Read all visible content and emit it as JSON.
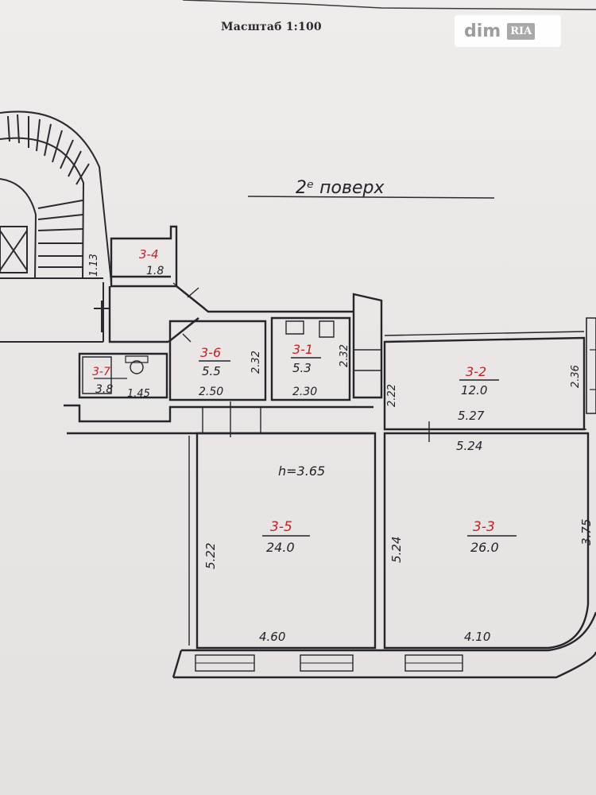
{
  "header": {
    "scale_label": "Масштаб 1:100"
  },
  "watermark": {
    "brand": "dim",
    "badge": "RIA"
  },
  "floor": {
    "label": "2ᵉ поверх",
    "height_note": "h=3.65"
  },
  "rooms": [
    {
      "id": "3-1",
      "area": "5.3"
    },
    {
      "id": "3-2",
      "area": "12.0"
    },
    {
      "id": "3-3",
      "area": "26.0"
    },
    {
      "id": "3-4",
      "area": "1.8"
    },
    {
      "id": "3-5",
      "area": "24.0"
    },
    {
      "id": "3-6",
      "area": "5.5"
    },
    {
      "id": "3-7",
      "area": "3.8"
    }
  ],
  "dimensions": {
    "d_113": "1.13",
    "d_232a": "2.32",
    "d_232b": "2.32",
    "d_222": "2.22",
    "d_236": "2.36",
    "d_145": "1.45",
    "d_250": "2.50",
    "d_230": "2.30",
    "d_527": "5.27",
    "d_524h": "5.24",
    "d_522": "5.22",
    "d_524v": "5.24",
    "d_375": "3.75",
    "d_460": "4.60",
    "d_410": "4.10"
  },
  "colors": {
    "ink": "#1f1f24",
    "room_number": "#b8262b",
    "paper": "#ebe8e6"
  }
}
